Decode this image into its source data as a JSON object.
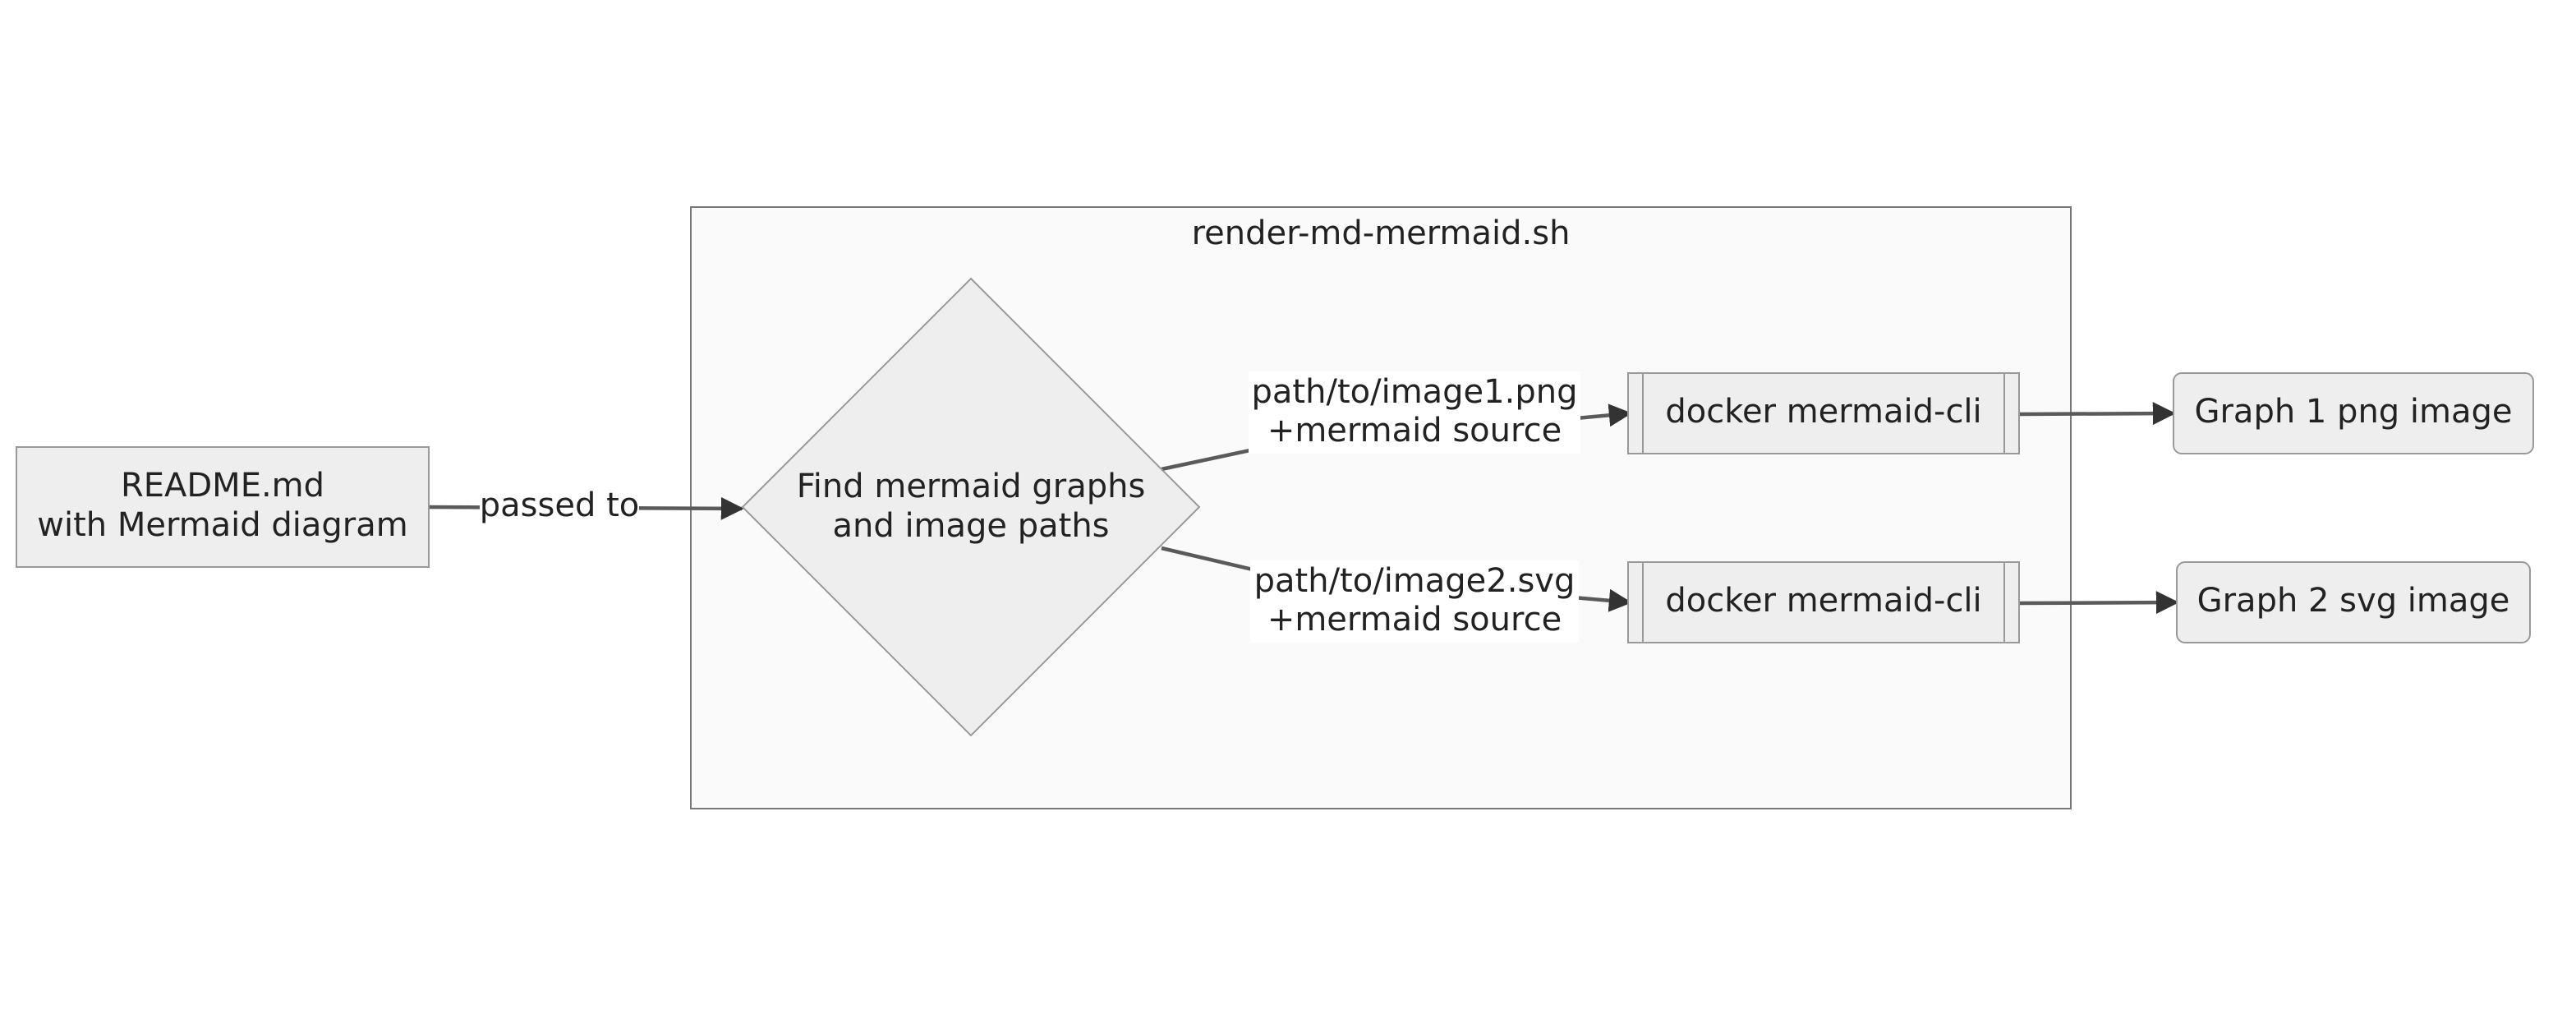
{
  "diagram": {
    "cluster": {
      "title": "render-md-mermaid.sh"
    },
    "nodes": {
      "readme": {
        "line1": "README.md",
        "line2": "with Mermaid diagram"
      },
      "decision": {
        "line1": "Find mermaid graphs",
        "line2": "and image paths"
      },
      "docker1": {
        "label": "docker mermaid-cli"
      },
      "docker2": {
        "label": "docker mermaid-cli"
      },
      "graph1": {
        "label": "Graph 1 png image"
      },
      "graph2": {
        "label": "Graph 2 svg image"
      }
    },
    "edges": {
      "passed_to": {
        "label": "passed to"
      },
      "image1": {
        "line1": "path/to/image1.png",
        "line2": "+mermaid source"
      },
      "image2": {
        "line1": "path/to/image2.svg",
        "line2": "+mermaid source"
      }
    }
  },
  "colors": {
    "node_fill": "#eeeeee",
    "node_stroke": "#999999",
    "cluster_fill": "#fafafa",
    "cluster_stroke": "#777777",
    "edge": "#5a5a5a",
    "arrowhead": "#333333",
    "text": "#222222"
  }
}
